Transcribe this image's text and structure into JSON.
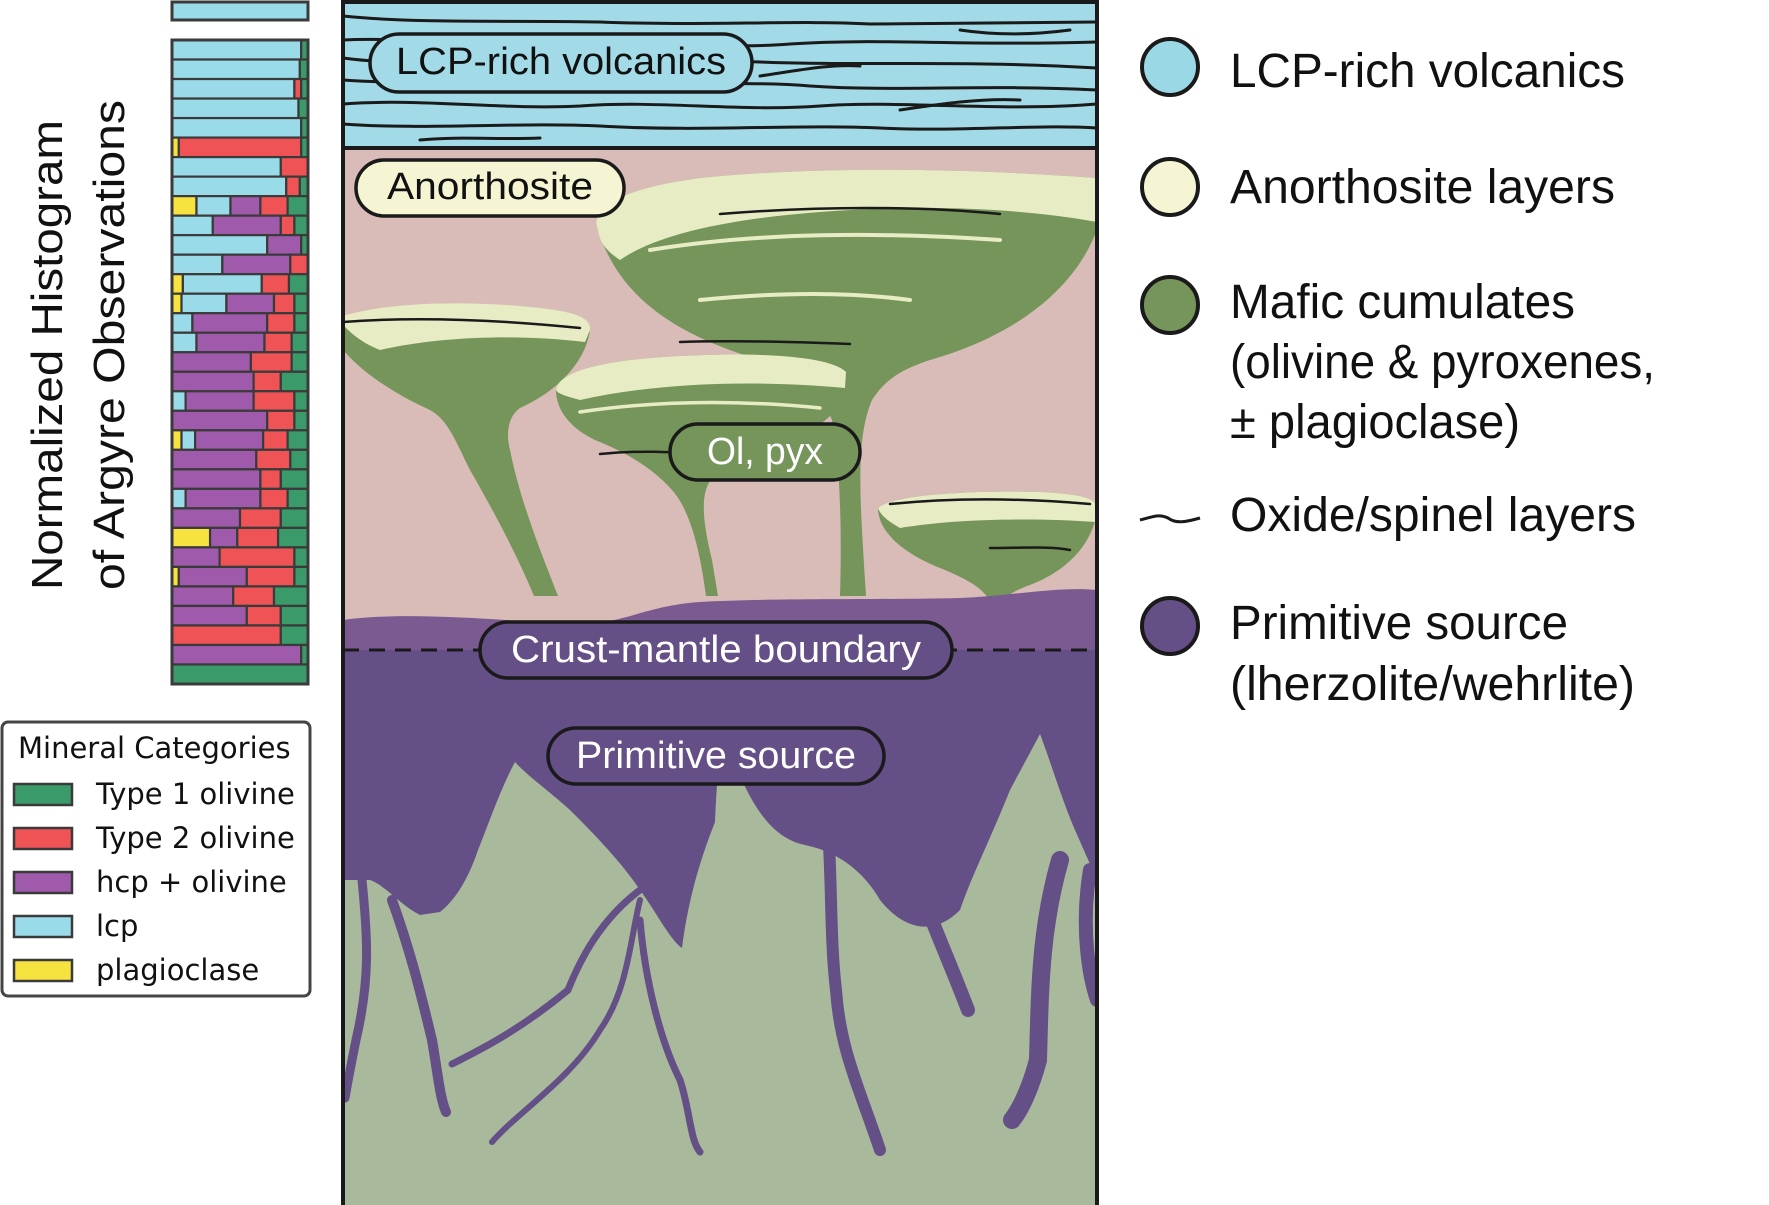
{
  "histogram": {
    "title_line1": "Normalized Histogram",
    "title_line2": "of Argyre Observations",
    "categories": [
      {
        "key": "t1",
        "name": "Type 1 olivine",
        "color": "#3a9a6a"
      },
      {
        "key": "t2",
        "name": "Type 2 olivine",
        "color": "#ef5356"
      },
      {
        "key": "hcp",
        "name": "hcp + olivine",
        "color": "#a05aab"
      },
      {
        "key": "lcp",
        "name": "lcp",
        "color": "#9adbe9"
      },
      {
        "key": "plag",
        "name": "plagioclase",
        "color": "#f7e33f"
      }
    ],
    "legend_title": "Mineral Categories",
    "rows": [
      {
        "lcp": 1.0
      },
      {
        "lcp": 0.95,
        "t1": 0.05
      },
      {
        "lcp": 0.94,
        "t1": 0.06
      },
      {
        "lcp": 0.9,
        "t2": 0.05,
        "t1": 0.05
      },
      {
        "lcp": 0.93,
        "t1": 0.07
      },
      {
        "lcp": 0.95,
        "t1": 0.05
      },
      {
        "plag": 0.05,
        "t2": 0.9,
        "t1": 0.05
      },
      {
        "lcp": 0.8,
        "t2": 0.2
      },
      {
        "t2": 0.1,
        "lcp": 0.84,
        "t1": 0.06
      },
      {
        "plag": 0.18,
        "lcp": 0.25,
        "hcp": 0.22,
        "t2": 0.2,
        "t1": 0.15
      },
      {
        "lcp": 0.3,
        "hcp": 0.5,
        "t2": 0.1,
        "t1": 0.1
      },
      {
        "lcp": 0.7,
        "hcp": 0.25,
        "t1": 0.05
      },
      {
        "lcp": 0.37,
        "hcp": 0.5,
        "t2": 0.13
      },
      {
        "plag": 0.08,
        "lcp": 0.58,
        "t2": 0.2,
        "t1": 0.14
      },
      {
        "plag": 0.07,
        "lcp": 0.33,
        "hcp": 0.35,
        "t2": 0.15,
        "t1": 0.1
      },
      {
        "lcp": 0.15,
        "hcp": 0.55,
        "t2": 0.2,
        "t1": 0.1
      },
      {
        "lcp": 0.18,
        "hcp": 0.5,
        "t2": 0.2,
        "t1": 0.12
      },
      {
        "hcp": 0.58,
        "t2": 0.3,
        "t1": 0.12
      },
      {
        "hcp": 0.6,
        "t2": 0.2,
        "t1": 0.2
      },
      {
        "lcp": 0.1,
        "hcp": 0.5,
        "t2": 0.3,
        "t1": 0.1
      },
      {
        "hcp": 0.7,
        "t2": 0.2,
        "t1": 0.1
      },
      {
        "plag": 0.07,
        "lcp": 0.1,
        "hcp": 0.5,
        "t2": 0.18,
        "t1": 0.15
      },
      {
        "hcp": 0.62,
        "t2": 0.25,
        "t1": 0.13
      },
      {
        "hcp": 0.65,
        "t2": 0.15,
        "t1": 0.2
      },
      {
        "lcp": 0.1,
        "hcp": 0.55,
        "t2": 0.2,
        "t1": 0.15
      },
      {
        "hcp": 0.5,
        "t2": 0.3,
        "t1": 0.2
      },
      {
        "plag": 0.28,
        "hcp": 0.2,
        "t2": 0.3,
        "t1": 0.22
      },
      {
        "hcp": 0.35,
        "t2": 0.55,
        "t1": 0.1
      },
      {
        "plag": 0.05,
        "hcp": 0.5,
        "t2": 0.35,
        "t1": 0.1
      },
      {
        "hcp": 0.45,
        "t2": 0.3,
        "t1": 0.25
      },
      {
        "hcp": 0.55,
        "t2": 0.25,
        "t1": 0.2
      },
      {
        "t2": 0.8,
        "t1": 0.2
      },
      {
        "hcp": 0.95,
        "t1": 0.05
      },
      {
        "t1": 1.0
      }
    ]
  },
  "diagram": {
    "labels": {
      "lcp_volcanics": "LCP-rich volcanics",
      "anorthosite": "Anorthosite",
      "ol_pyx": "Ol, pyx",
      "crust_mantle": "Crust-mantle boundary",
      "primitive_source": "Primitive source"
    },
    "colors": {
      "volcanics": "#a2dbe7",
      "crust": "#d9bcb8",
      "anorthosite": "#e8ecc5",
      "mafic": "#76955b",
      "primitive": "#644f86",
      "mantle_lower": "#a8b99c",
      "outline": "#1a1a1a"
    }
  },
  "legend": {
    "items": [
      {
        "key": "lcp",
        "line1": "LCP-rich volcanics",
        "line2": "",
        "line3": "",
        "color": "#9bd8e6",
        "icon": "circle"
      },
      {
        "key": "anorthosite",
        "line1": "Anorthosite layers",
        "line2": "",
        "line3": "",
        "color": "#f6f5d3",
        "icon": "circle"
      },
      {
        "key": "mafic",
        "line1": "Mafic cumulates",
        "line2": "(olivine & pyroxenes,",
        "line3": "± plagioclase)",
        "color": "#76955b",
        "icon": "circle"
      },
      {
        "key": "oxide",
        "line1": "Oxide/spinel layers",
        "line2": "",
        "line3": "",
        "color": "#1a1a1a",
        "icon": "squiggle"
      },
      {
        "key": "primitive",
        "line1": "Primitive source",
        "line2": "(lherzolite/wehrlite)",
        "line3": "",
        "color": "#644f86",
        "icon": "circle"
      }
    ]
  }
}
